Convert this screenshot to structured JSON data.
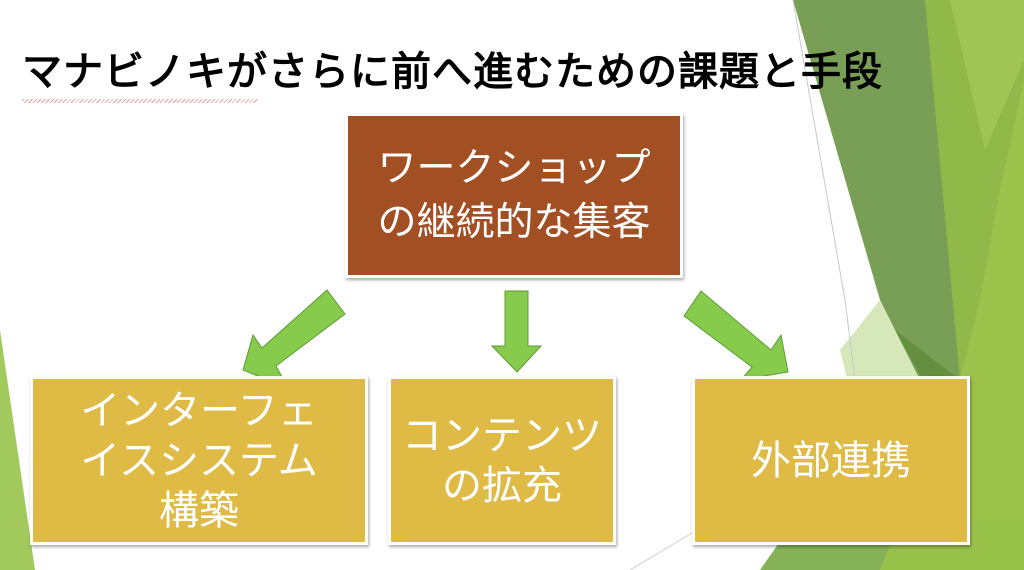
{
  "slide": {
    "title": "マナビノキがさらに前へ進むための課題と手段",
    "spellcheck_word": "マナビノキ"
  },
  "diagram": {
    "top_node": {
      "label": "ワークショップ\nの継続的な集客",
      "color": "#A24F24"
    },
    "child_nodes": [
      {
        "label": "インターフェ\nイスシステム\n構築",
        "color": "#DFBA45"
      },
      {
        "label": "コンテンツ\nの拡充",
        "color": "#DFBA45"
      },
      {
        "label": "外部連携",
        "color": "#DFBA45"
      }
    ],
    "arrows": [
      {
        "from": "top_node",
        "to": "child_nodes.0",
        "direction": "down-left"
      },
      {
        "from": "top_node",
        "to": "child_nodes.1",
        "direction": "down"
      },
      {
        "from": "top_node",
        "to": "child_nodes.2",
        "direction": "down-right"
      }
    ],
    "arrow_color": "#86CB4C",
    "arrow_border_color": "#5E9A35"
  },
  "theme": {
    "accent_dark_green": "#76A050",
    "accent_green": "#8CB84A",
    "accent_light_green": "#9DC24C",
    "accent_pale_green": "#D4E5B4"
  }
}
